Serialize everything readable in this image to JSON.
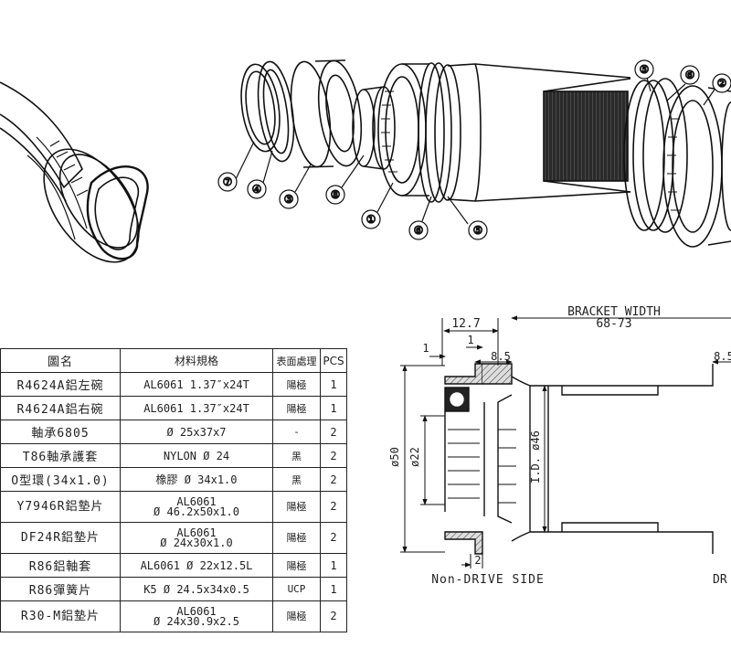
{
  "callouts": {
    "c1": "①",
    "c2": "②",
    "c3": "③",
    "c4": "④",
    "c5a": "⑤",
    "c5b": "⑤",
    "c6a": "⑥",
    "c6b": "⑥",
    "c7": "⑦",
    "c8": "⑧"
  },
  "table": {
    "headers": [
      "圖名",
      "材料規格",
      "表面處理",
      "PCS"
    ],
    "rows": [
      {
        "name": "R4624A鋁左碗",
        "spec": "AL6061 1.37″x24T",
        "spec2": "",
        "finish": "陽極",
        "pcs": "1"
      },
      {
        "name": "R4624A鋁右碗",
        "spec": "AL6061 1.37″x24T",
        "spec2": "",
        "finish": "陽極",
        "pcs": "1"
      },
      {
        "name": "軸承6805",
        "spec": "Ø 25x37x7",
        "spec2": "",
        "finish": "-",
        "pcs": "2"
      },
      {
        "name": "T86軸承護套",
        "spec": "NYLON Ø 24",
        "spec2": "",
        "finish": "黑",
        "pcs": "2"
      },
      {
        "name": "O型環(34x1.0)",
        "spec": "橡膠 Ø 34x1.0",
        "spec2": "",
        "finish": "黑",
        "pcs": "2"
      },
      {
        "name": "Y7946R鋁墊片",
        "spec": "AL6061",
        "spec2": "Ø 46.2x50x1.0",
        "finish": "陽極",
        "pcs": "2"
      },
      {
        "name": "DF24R鋁墊片",
        "spec": "AL6061",
        "spec2": "Ø 24x30x1.0",
        "finish": "陽極",
        "pcs": "2"
      },
      {
        "name": "R86鋁軸套",
        "spec": "AL6061 Ø 22x12.5L",
        "spec2": "",
        "finish": "陽極",
        "pcs": "1"
      },
      {
        "name": "R86彈簧片",
        "spec": "K5  Ø 24.5x34x0.5",
        "spec2": "",
        "finish": "UCP",
        "pcs": "1"
      },
      {
        "name": "R30-M鋁墊片",
        "spec": "AL6061",
        "spec2": "Ø 24x30.9x2.5",
        "finish": "陽極",
        "pcs": "2"
      }
    ]
  },
  "dimensions": {
    "bracket_width": "BRACKET WIDTH",
    "bracket_range": "68-73",
    "d12_7": "12.7",
    "d1a": "1",
    "d1b": "1",
    "d8_5a": "8.5",
    "d8_5b": "8.5",
    "d50": "ø50",
    "d22": "ø22",
    "d46": "I.D. ø46",
    "d2": "2",
    "non_drive": "Non-DRIVE SIDE",
    "drive": "DR"
  }
}
